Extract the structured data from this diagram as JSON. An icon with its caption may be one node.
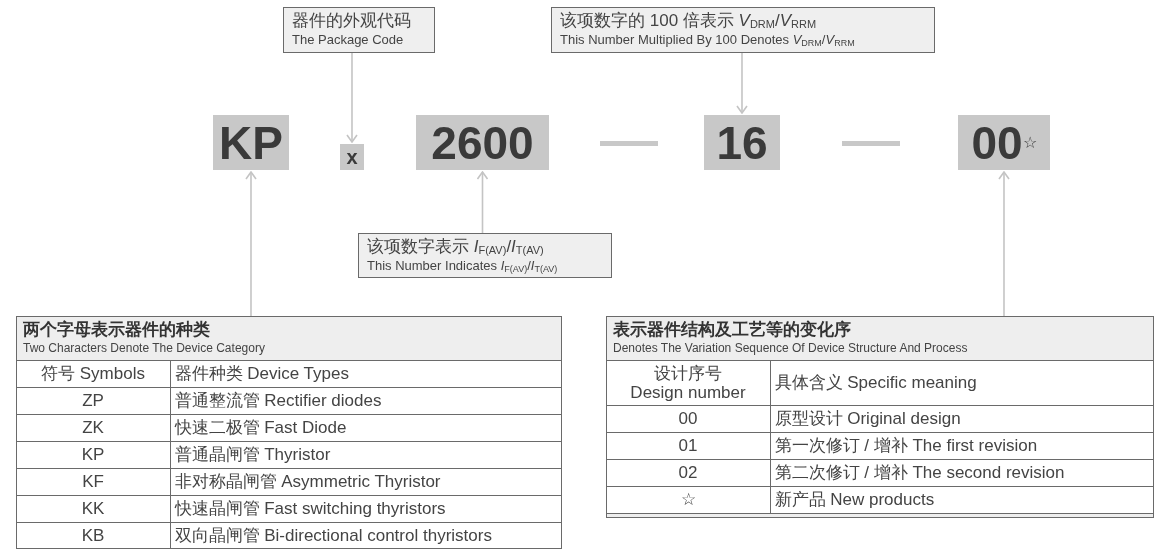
{
  "diagram": {
    "nodes": [
      {
        "text": [
          "器件的外观代码",
          "The Package Code"
        ]
      },
      {
        "text": [
          "该项数字的 100 倍表示 *V*$_{DRM}$/*V*$_{RRM}$",
          "This Number Multiplied By 100 Denotes *V*$_{DRM}$/*V*$_{RRM}$"
        ]
      },
      {
        "text": [
          "KP"
        ]
      },
      {
        "text": [
          "x"
        ]
      },
      {
        "text": [
          "2600"
        ]
      },
      {
        "text": [
          "16"
        ]
      },
      {
        "text": [
          "00$^{☆}$"
        ]
      },
      {
        "text": [
          "该项数字表示 *I*$_{F(AV)}$/*I*$_{T(AV)}$",
          "This Number Indicates *I*$_{F(AV)}$/*I*$_{T(AV)}$"
        ]
      },
      {
        "text": [
          "两个字母表示器件的种类",
          "Two Characters Denote The Device Category"
        ]
      },
      {
        "text": [
          "表示器件结构及工艺等的变化序",
          "Denotes The Variation Sequence Of Device Structure And Process"
        ]
      }
    ],
    "edges": [
      {
        "from": 0,
        "to": 3,
        "arrow": "to"
      },
      {
        "from": 1,
        "to": 5,
        "arrow": "to"
      },
      {
        "from": 7,
        "to": 4,
        "arrow": "to"
      },
      {
        "from": 8,
        "to": 2,
        "arrow": "to"
      },
      {
        "from": 9,
        "to": 6,
        "arrow": "to"
      }
    ],
    "labels": [
      "符号 Symbols",
      "器件种类 Device Types",
      "ZP",
      "普通整流管 Rectifier diodes",
      "ZK",
      "快速二极管 Fast Diode",
      "KP",
      "普通晶闸管 Thyristor",
      "KF",
      "非对称晶闸管 Asymmetric Thyristor",
      "KK",
      "快速晶闸管 Fast switching thyristors",
      "KB",
      "双向晶闸管 Bi-directional control thyristors",
      "设计序号 Design number",
      "具体含义 Specific meaning",
      "00",
      "原型设计 Original design",
      "01",
      "第一次修订 / 增补 The first revision",
      "02",
      "第二次修订 / 增补 The second revision",
      "☆",
      "新产品 New products"
    ]
  }
}
